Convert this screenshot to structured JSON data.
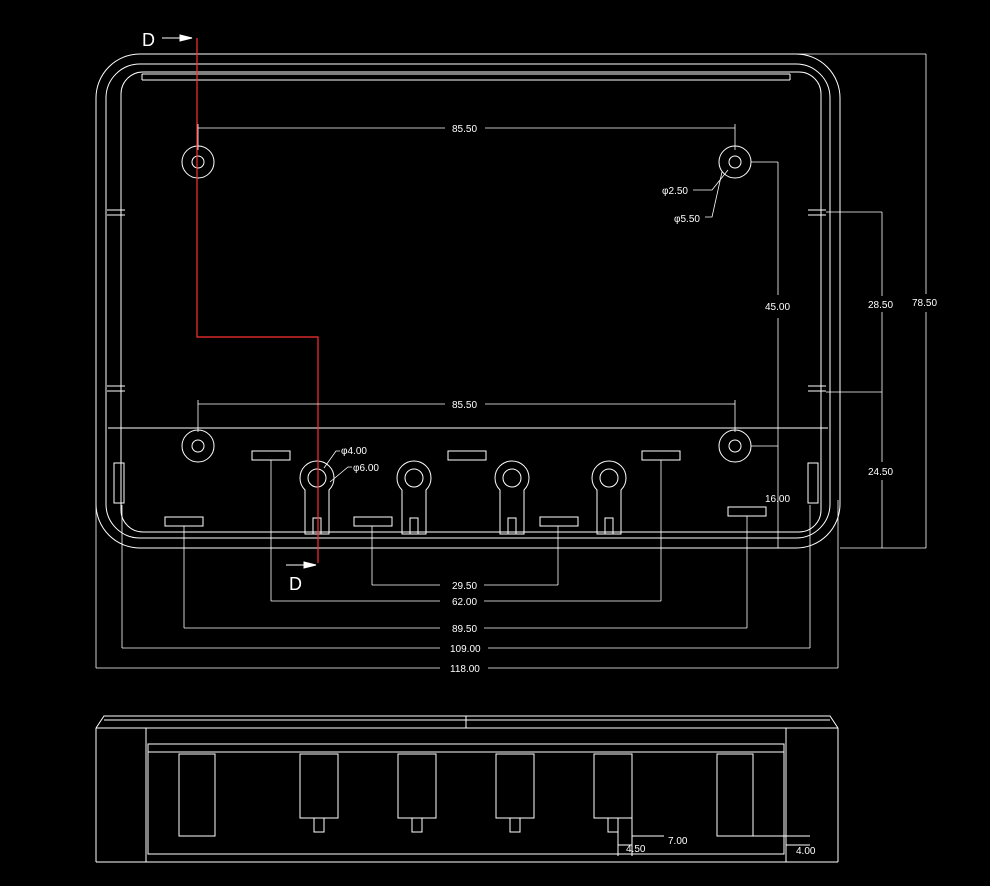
{
  "drawing": {
    "section_label_top": "D",
    "section_label_bottom": "D",
    "colors": {
      "background": "#000000",
      "line": "#ffffff",
      "section_line": "#ff3030"
    },
    "dimensions": {
      "hole_span_top": "85.50",
      "hole_span_bottom": "85.50",
      "hole_inner_dia": "φ2.50",
      "hole_outer_dia": "φ5.50",
      "keyhole_inner_dia": "φ4.00",
      "keyhole_outer_dia": "φ6.00",
      "hole_vertical": "45.00",
      "slot_height_upper": "28.50",
      "overall_height": "78.50",
      "slot_height_lower": "24.50",
      "bottom_offset": "16.00",
      "slot_span_inner": "29.50",
      "slot_span_middle": "62.00",
      "slot_span_outer": "89.50",
      "inner_width": "109.00",
      "overall_width": "118.00",
      "side_height": "7.00",
      "side_offset_left": "4.50",
      "side_offset_right": "4.00"
    }
  }
}
